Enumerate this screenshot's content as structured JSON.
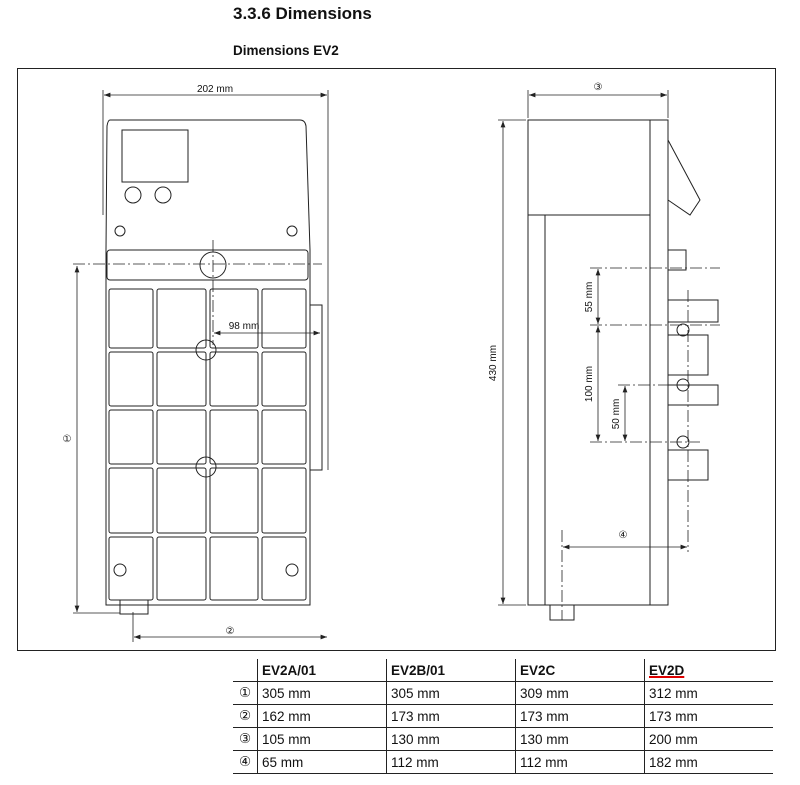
{
  "heading": "3.3.6 Dimensions",
  "subheading": "Dimensions EV2",
  "drawing": {
    "width_label": "202 mm",
    "offset_label": "98 mm",
    "height_label": "430 mm",
    "dim_55": "55 mm",
    "dim_100": "100 mm",
    "dim_50": "50 mm",
    "markers": [
      "①",
      "②",
      "③",
      "④"
    ]
  },
  "table": {
    "headers": [
      "",
      "EV2A/01",
      "EV2B/01",
      "EV2C",
      "EV2D"
    ],
    "rows": [
      [
        "①",
        "305 mm",
        "305 mm",
        "309 mm",
        "312 mm"
      ],
      [
        "②",
        "162 mm",
        "173 mm",
        "173 mm",
        "173 mm"
      ],
      [
        "③",
        "105 mm",
        "130 mm",
        "130 mm",
        "200 mm"
      ],
      [
        "④",
        "65 mm",
        "112 mm",
        "112 mm",
        "182 mm"
      ]
    ]
  }
}
